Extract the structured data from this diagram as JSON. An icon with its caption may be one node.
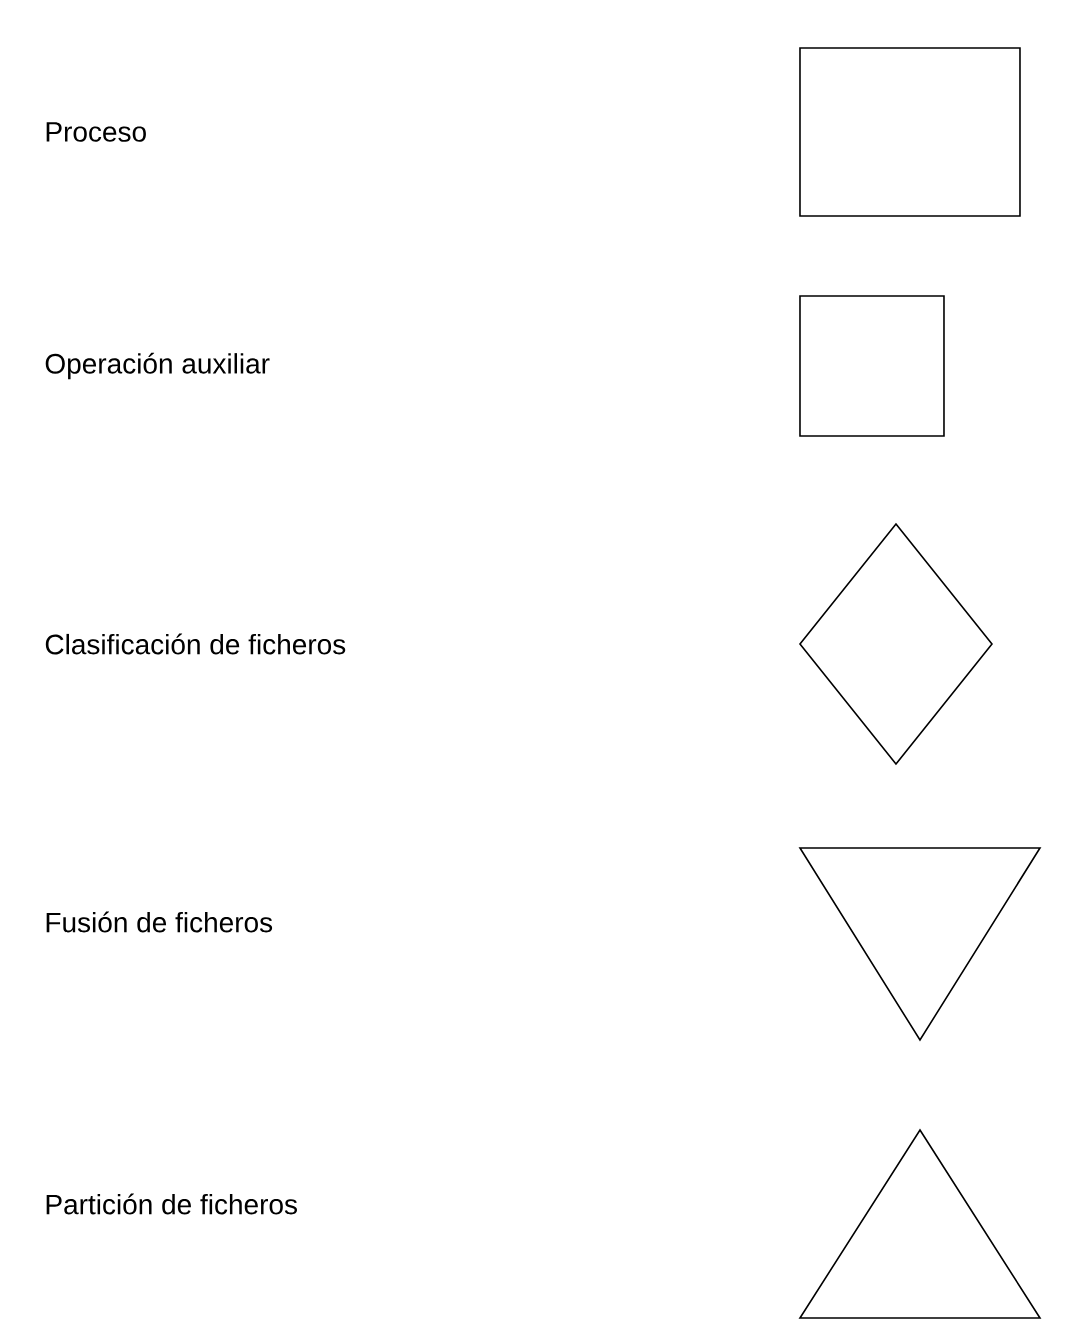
{
  "diagram": {
    "nodes": [
      {
        "text": [],
        "shape": "rectangle"
      },
      {
        "text": [],
        "shape": "square"
      },
      {
        "text": [],
        "shape": "diamond"
      },
      {
        "text": [],
        "shape": "inverted-triangle"
      },
      {
        "text": [],
        "shape": "triangle"
      }
    ],
    "labels": [
      "Proceso",
      "Operación auxiliar",
      "Clasificación de ficheros",
      "Fusión de ficheros",
      "Partición de ficheros"
    ]
  }
}
